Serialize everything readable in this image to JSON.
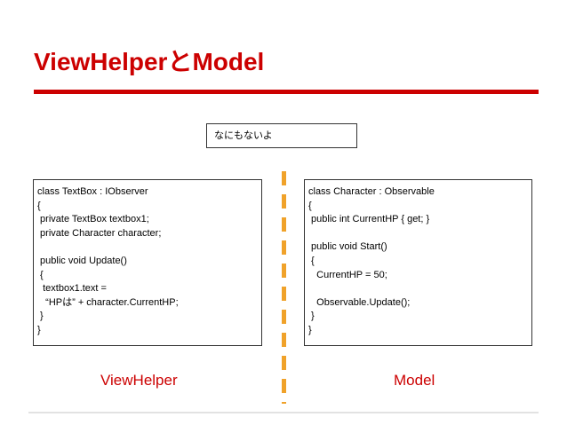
{
  "slide": {
    "title": "ViewHelperとModel"
  },
  "view_box": {
    "text": "なにもないよ"
  },
  "view_helper": {
    "label": "ViewHelper",
    "code": [
      "class TextBox : IObserver",
      "{",
      " private TextBox textbox1;",
      " private Character character;",
      "",
      " public void Update()",
      " {",
      "  textbox1.text =",
      "   “HPは” + character.CurrentHP;",
      " }",
      "}"
    ]
  },
  "model": {
    "label": "Model",
    "code": [
      "class Character : Observable",
      "{",
      " public int CurrentHP { get; }",
      "",
      " public void Start()",
      " {",
      "   CurrentHP = 50;",
      "",
      "   Observable.Update();",
      " }",
      "}"
    ]
  },
  "colors": {
    "accent": "#cc0000",
    "divider": "#f0a22a"
  }
}
